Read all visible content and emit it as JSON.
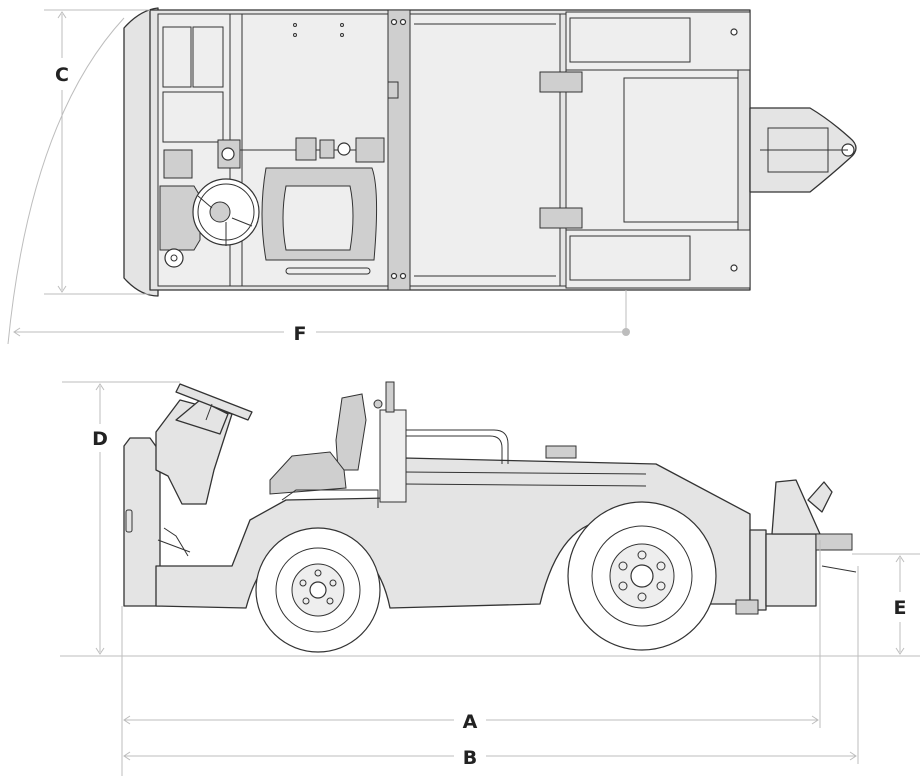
{
  "colors": {
    "outline": "#333333",
    "body_fill": "#e4e4e4",
    "dimension_line": "#bdbdbd",
    "label": "#222222"
  },
  "dimensions": {
    "A": "A",
    "B": "B",
    "C": "C",
    "D": "D",
    "E": "E",
    "F": "F"
  }
}
